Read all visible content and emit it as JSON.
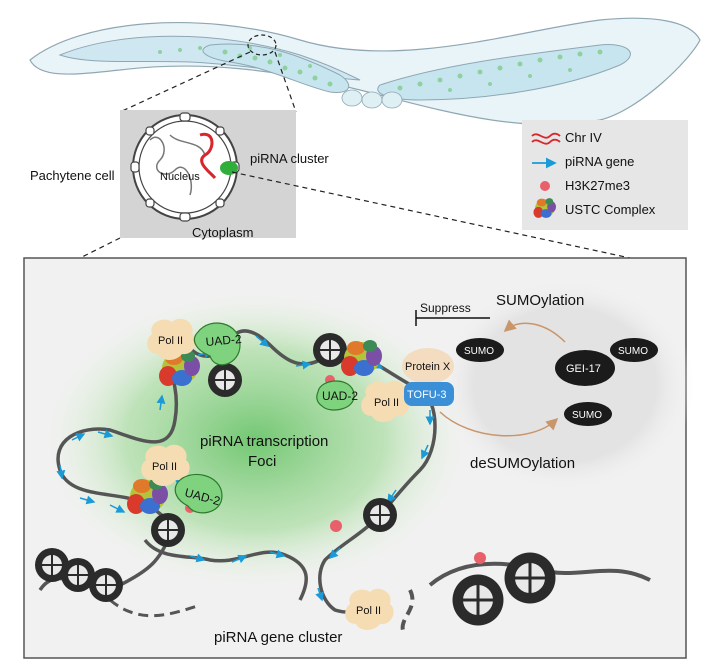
{
  "top_labels": {
    "pachytene": "Pachytene cell",
    "nucleus": "Nucleus",
    "pirna_cluster": "piRNA cluster",
    "cytoplasm": "Cytoplasm"
  },
  "legend": [
    {
      "label": "Chr IV",
      "icon": "chromosome-icon",
      "color": "#d7262c"
    },
    {
      "label": "piRNA gene",
      "icon": "arrow-icon",
      "color": "#1a9ad6"
    },
    {
      "label": "H3K27me3",
      "icon": "dot-icon",
      "color": "#e8606a"
    },
    {
      "label": "USTC Complex",
      "icon": "complex-icon",
      "color": "#7b5aa6"
    }
  ],
  "main": {
    "suppress": "Suppress",
    "sumoylation": "SUMOylation",
    "desumoylation": "deSUMOylation",
    "foci_line1": "piRNA transcription",
    "foci_line2": "Foci",
    "gene_cluster": "piRNA gene cluster",
    "pol2": "Pol II",
    "uad2": "UAD-2",
    "protein_x": "Protein X",
    "tofu3": "TOFU-3",
    "sumo": "SUMO",
    "gei17": "GEI-17"
  },
  "colors": {
    "worm_body": "#dbeef6",
    "gonad": "#c7e5ef",
    "germ_dot": "#8fd19e",
    "foci_green": "#8fd18f",
    "nucleosome": "#2b2b2b",
    "pol2_fill": "#f6dcb2",
    "uad2_fill": "#7fd37f",
    "tofu3_fill": "#3a8fd6"
  }
}
